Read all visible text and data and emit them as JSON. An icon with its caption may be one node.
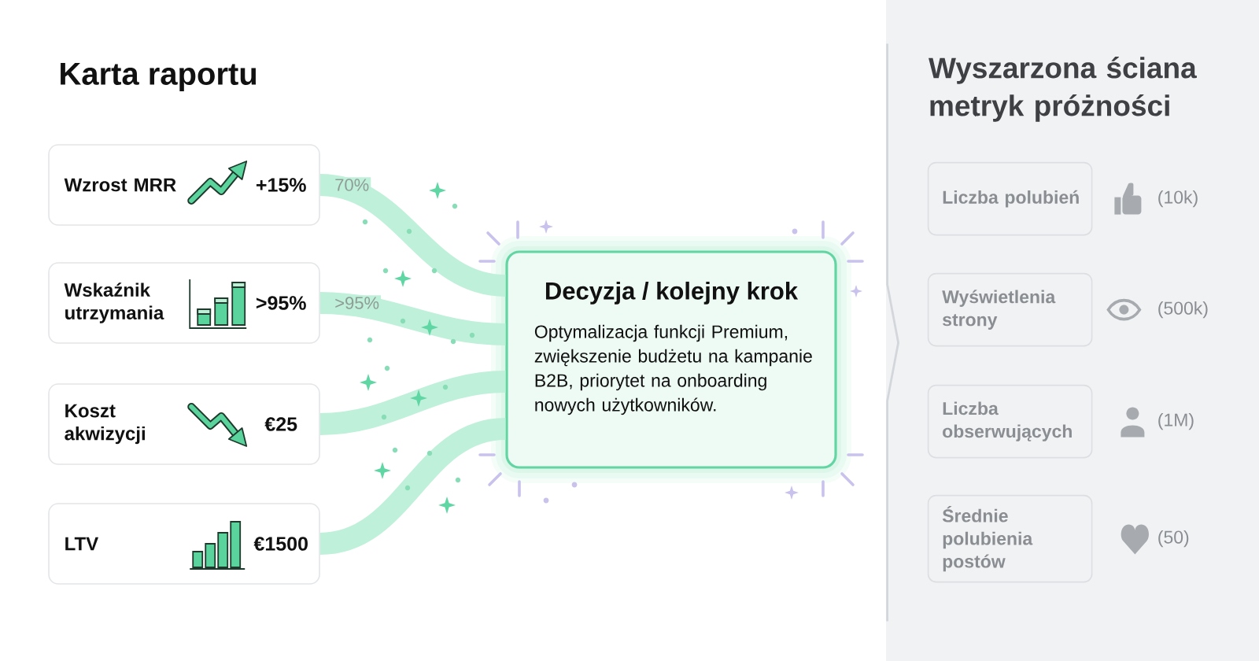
{
  "diagram": {
    "title": "Karta raportu",
    "nodes": [
      {
        "text": [
          "Wzrost MRR",
          "+15%"
        ]
      },
      {
        "text": [
          "Wskaźnik utrzymania",
          ">95%"
        ]
      },
      {
        "text": [
          "Koszt akwizycji",
          "€25"
        ]
      },
      {
        "text": [
          "LTV",
          "€1500"
        ]
      },
      {
        "text": [
          "Decyzja / kolejny krok",
          "Optymalizacja funkcji Premium, zwiększenie budżetu na kampanie B2B, priorytet na onboarding nowych użytkowników."
        ]
      },
      {
        "text": [
          "Wyszarzona ściana metryk próżności"
        ]
      },
      {
        "text": [
          "Liczba polubień"
        ],
        "beside": [
          "(10k)"
        ],
        "in": 5
      },
      {
        "text": [
          "Wyświetlenia strony"
        ],
        "beside": [
          "(500k)"
        ],
        "in": 5
      },
      {
        "text": [
          "Liczba obserwujących"
        ],
        "beside": [
          "(1M)"
        ],
        "in": 5
      },
      {
        "text": [
          "Średnie polubienia postów"
        ],
        "beside": [
          "(50)"
        ],
        "in": 5
      }
    ],
    "edges": [
      {
        "from": 0,
        "to": 4,
        "arrow": "none",
        "label": "70%"
      },
      {
        "from": 1,
        "to": 4,
        "arrow": "none",
        "label": ">95%"
      },
      {
        "from": 2,
        "to": 4,
        "arrow": "none"
      },
      {
        "from": 3,
        "to": 4,
        "arrow": "none"
      }
    ]
  }
}
